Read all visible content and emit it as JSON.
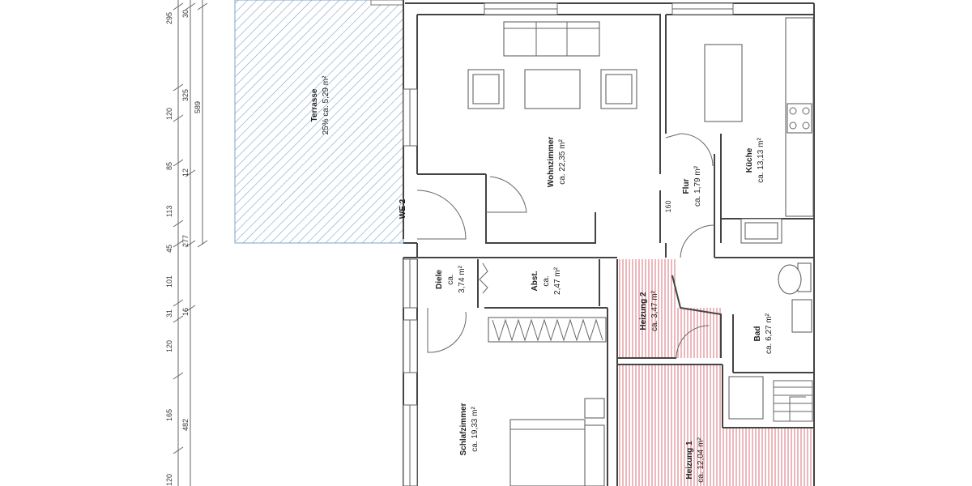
{
  "rooms": {
    "terrasse": {
      "name": "Terrasse",
      "area": "25% ca. 5,29 m²"
    },
    "wohnzimmer": {
      "name": "Wohnzimmer",
      "area": "ca. 22,35 m²"
    },
    "kueche": {
      "name": "Küche",
      "area": "ca. 13,13 m²"
    },
    "flur": {
      "name": "Flur",
      "area": "ca. 1,79 m²"
    },
    "diele": {
      "name": "Diele",
      "area_line1": "ca.",
      "area_line2": "3,74 m²"
    },
    "abst": {
      "name": "Abst.",
      "area_line1": "ca.",
      "area_line2": "2,47 m²"
    },
    "heizung2": {
      "name": "Heizung 2",
      "area": "ca. 3,47 m²"
    },
    "bad": {
      "name": "Bad",
      "area": "ca. 6,27 m²"
    },
    "schlafzimmer": {
      "name": "Schlafzimmer",
      "area": "ca. 19,33 m²"
    },
    "heizung1": {
      "name": "Heizung 1",
      "area": "ca. 12,04 m²"
    }
  },
  "labels": {
    "we2": "WE 2",
    "flur_dim": "160"
  },
  "dimensions": {
    "outer": [
      "295",
      "325",
      "120",
      "85",
      "113",
      "45",
      "101",
      "31",
      "120",
      "165",
      "120"
    ],
    "middle": [
      "30",
      "12",
      "277",
      "16",
      "482"
    ],
    "inner": [
      "589"
    ]
  },
  "colors": {
    "hatch_blue": "#7fa3c3",
    "hatch_red": "#d9707a",
    "wall": "#444444"
  }
}
